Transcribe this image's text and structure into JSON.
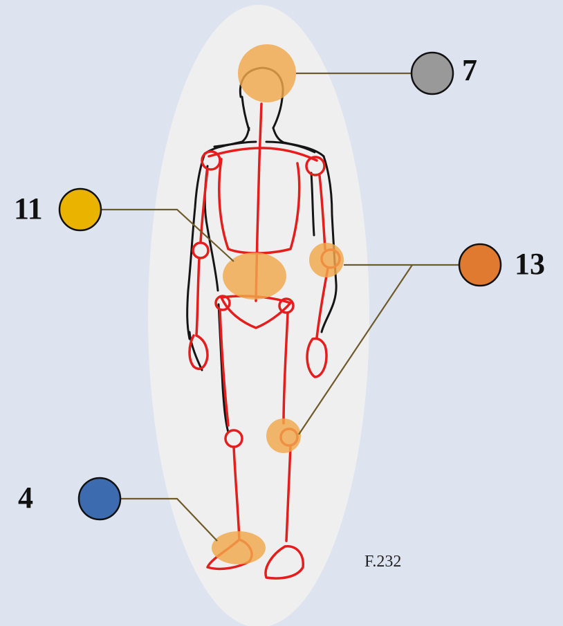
{
  "figure": {
    "caption": "F.232",
    "colors": {
      "background": "#dde3ef",
      "halo": "#efefef",
      "skeleton": "#e41d1d",
      "outline": "#151515",
      "joint_highlight": "#f0a84a",
      "leader_line": "#6e5a2a"
    }
  },
  "callouts": [
    {
      "id": "head",
      "label": "7",
      "color": "#999999",
      "icon": "gray-circle"
    },
    {
      "id": "pelvis",
      "label": "11",
      "color": "#e9b300",
      "icon": "yellow-circle"
    },
    {
      "id": "elbow-knee",
      "label": "13",
      "color": "#df7a30",
      "icon": "orange-circle"
    },
    {
      "id": "foot",
      "label": "4",
      "color": "#3d6bb0",
      "icon": "blue-circle"
    }
  ]
}
